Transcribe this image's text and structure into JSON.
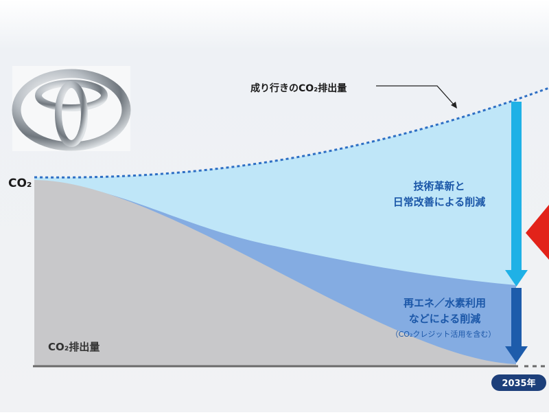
{
  "chart_data": {
    "type": "area",
    "ylabel": "CO₂",
    "series": [
      {
        "name": "成り行きのCO₂排出量",
        "style": "dotted line"
      },
      {
        "name": "CO₂排出量",
        "style": "gray area"
      }
    ],
    "bands": [
      {
        "label_lines": [
          "技術革新と",
          "日常改善による削減"
        ]
      },
      {
        "label_lines": [
          "再エネ／水素利用",
          "などによる削減"
        ],
        "note": "（CO₂クレジット活用を含む）"
      }
    ],
    "x_end_label": "2035年"
  },
  "colors": {
    "bau_line": "#2e6fc4",
    "band_light": "#bfe6f8",
    "band_mid": "#84ace2",
    "emission_area": "#c8c8ca",
    "arrow_light": "#1fb1e6",
    "arrow_dark": "#1d5cab",
    "text_blue": "#1b57a8",
    "marker_red": "#e2231a"
  },
  "icons": {
    "logo": "toyota-emblem"
  }
}
